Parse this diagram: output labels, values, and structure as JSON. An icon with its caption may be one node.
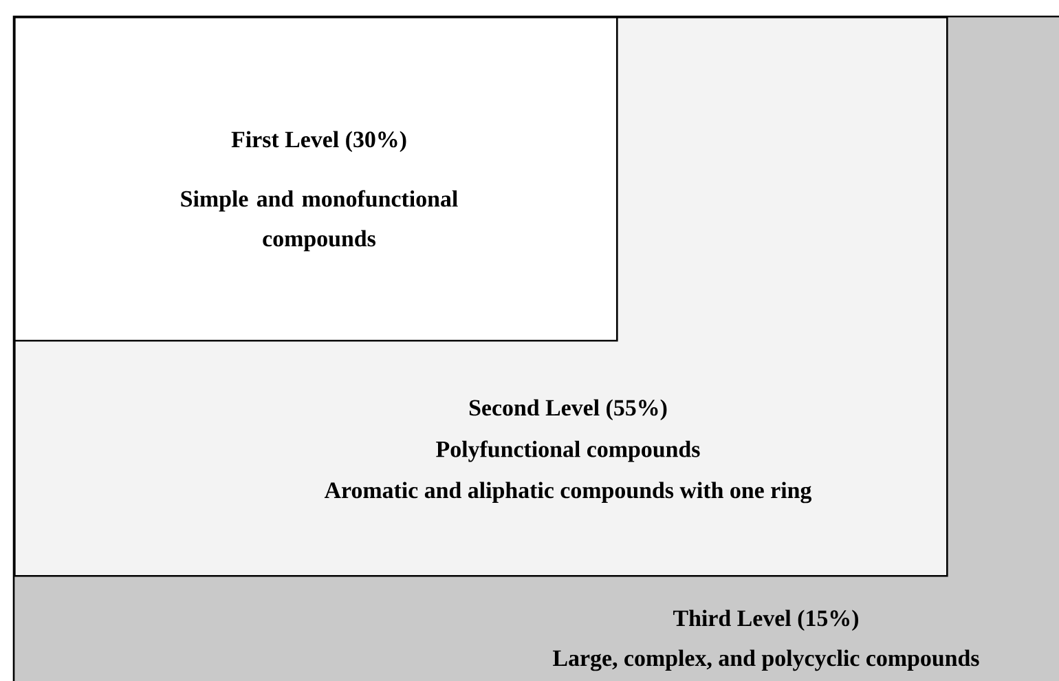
{
  "diagram": {
    "nodes": [
      {
        "text": [
          "Third Level (15%)",
          "Large, complex, and polycyclic compounds"
        ]
      },
      {
        "text": [
          "Second Level (55%)",
          "Polyfunctional compounds",
          "Aromatic and aliphatic compounds with one ring"
        ],
        "in": 0
      },
      {
        "text": [
          "First Level (30%)",
          "Simple and monofunctional compounds"
        ],
        "in": 1
      }
    ]
  }
}
